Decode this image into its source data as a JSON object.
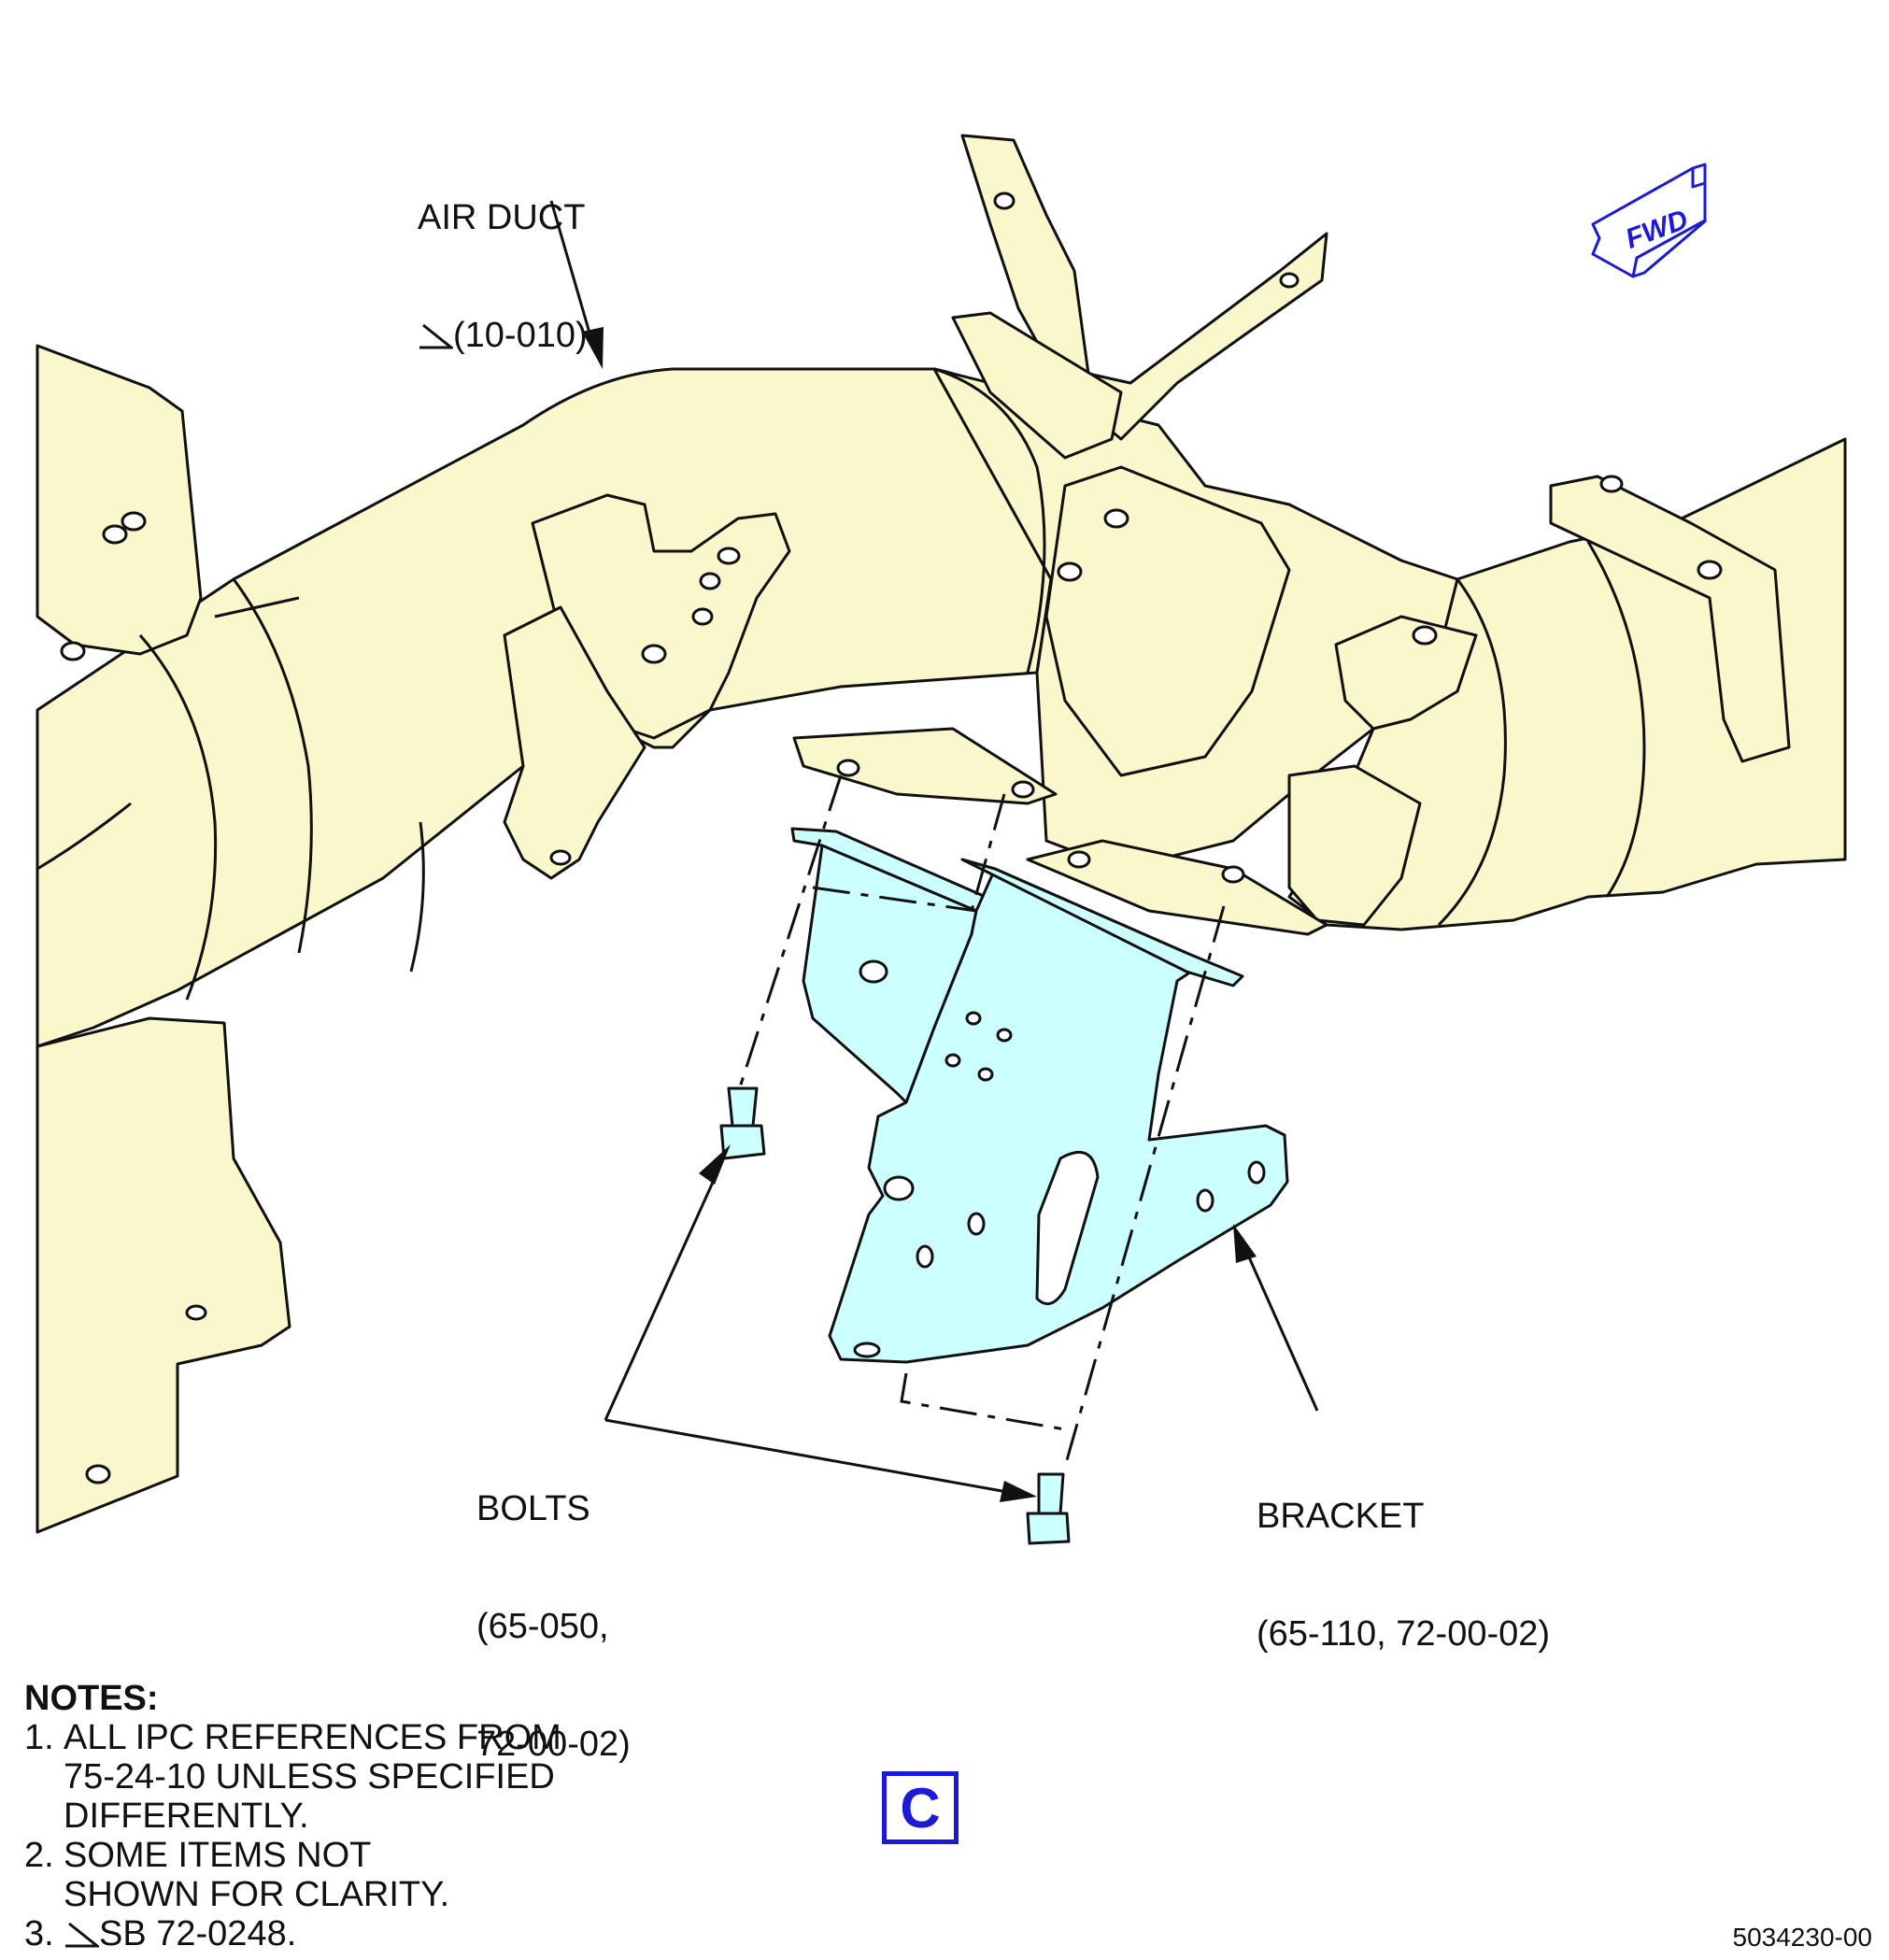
{
  "callouts": {
    "air_duct": {
      "line1": "AIR DUCT",
      "line2": "(10-010)"
    },
    "bolts": {
      "line1": "BOLTS",
      "line2": "(65-050,",
      "line3": "72-00-02)"
    },
    "bracket": {
      "line1": "BRACKET",
      "line2": "(65-110, 72-00-02)"
    }
  },
  "fwd_label": "FWD",
  "notes": {
    "title": "NOTES:",
    "items": [
      {
        "num": "1.",
        "text": "ALL IPC REFERENCES FROM\n75-24-10 UNLESS SPECIFIED\nDIFFERENTLY."
      },
      {
        "num": "2.",
        "text": "SOME ITEMS NOT\nSHOWN FOR CLARITY."
      },
      {
        "num": "3.",
        "text": "SB 72-0248."
      }
    ]
  },
  "view_label": "C",
  "figure_number": "5034230-00",
  "colors": {
    "duct_fill": "#faf7cc",
    "bracket_fill": "#ccffff",
    "accent_blue": "#1a1ad8",
    "line": "#111111"
  }
}
